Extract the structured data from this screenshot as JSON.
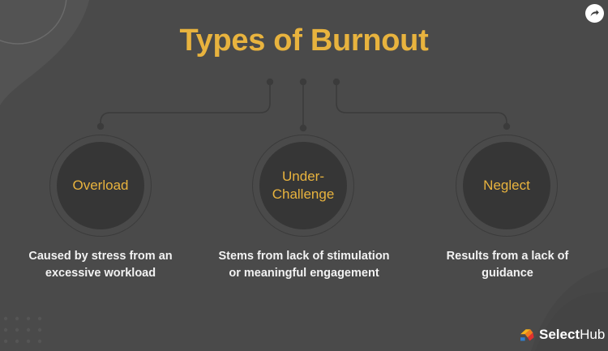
{
  "meta": {
    "background_color": "#4a4a4a",
    "accent_color": "#e8b33e",
    "text_color": "#f2f2f2",
    "circle_fill": "#363636",
    "ring_color": "#3b3b3b"
  },
  "header": {
    "title": "Types of Burnout",
    "share_icon": "share-arrow-icon"
  },
  "nodes": [
    {
      "id": "overload",
      "label": "Overload",
      "caption": "Caused by stress from an excessive workload"
    },
    {
      "id": "under-challenge",
      "label_line1": "Under-",
      "label_line2": "Challenge",
      "caption": "Stems from lack of stimulation or meaningful engagement"
    },
    {
      "id": "neglect",
      "label": "Neglect",
      "caption": "Results from a lack of guidance"
    }
  ],
  "footer": {
    "brand_bold": "Select",
    "brand_light": "Hub",
    "logo_icon": "selecthub-cube-icon",
    "logo_colors": {
      "yellow": "#f5b21c",
      "orange": "#f07b1d",
      "red": "#e03030",
      "blue": "#2f7fd1"
    }
  }
}
